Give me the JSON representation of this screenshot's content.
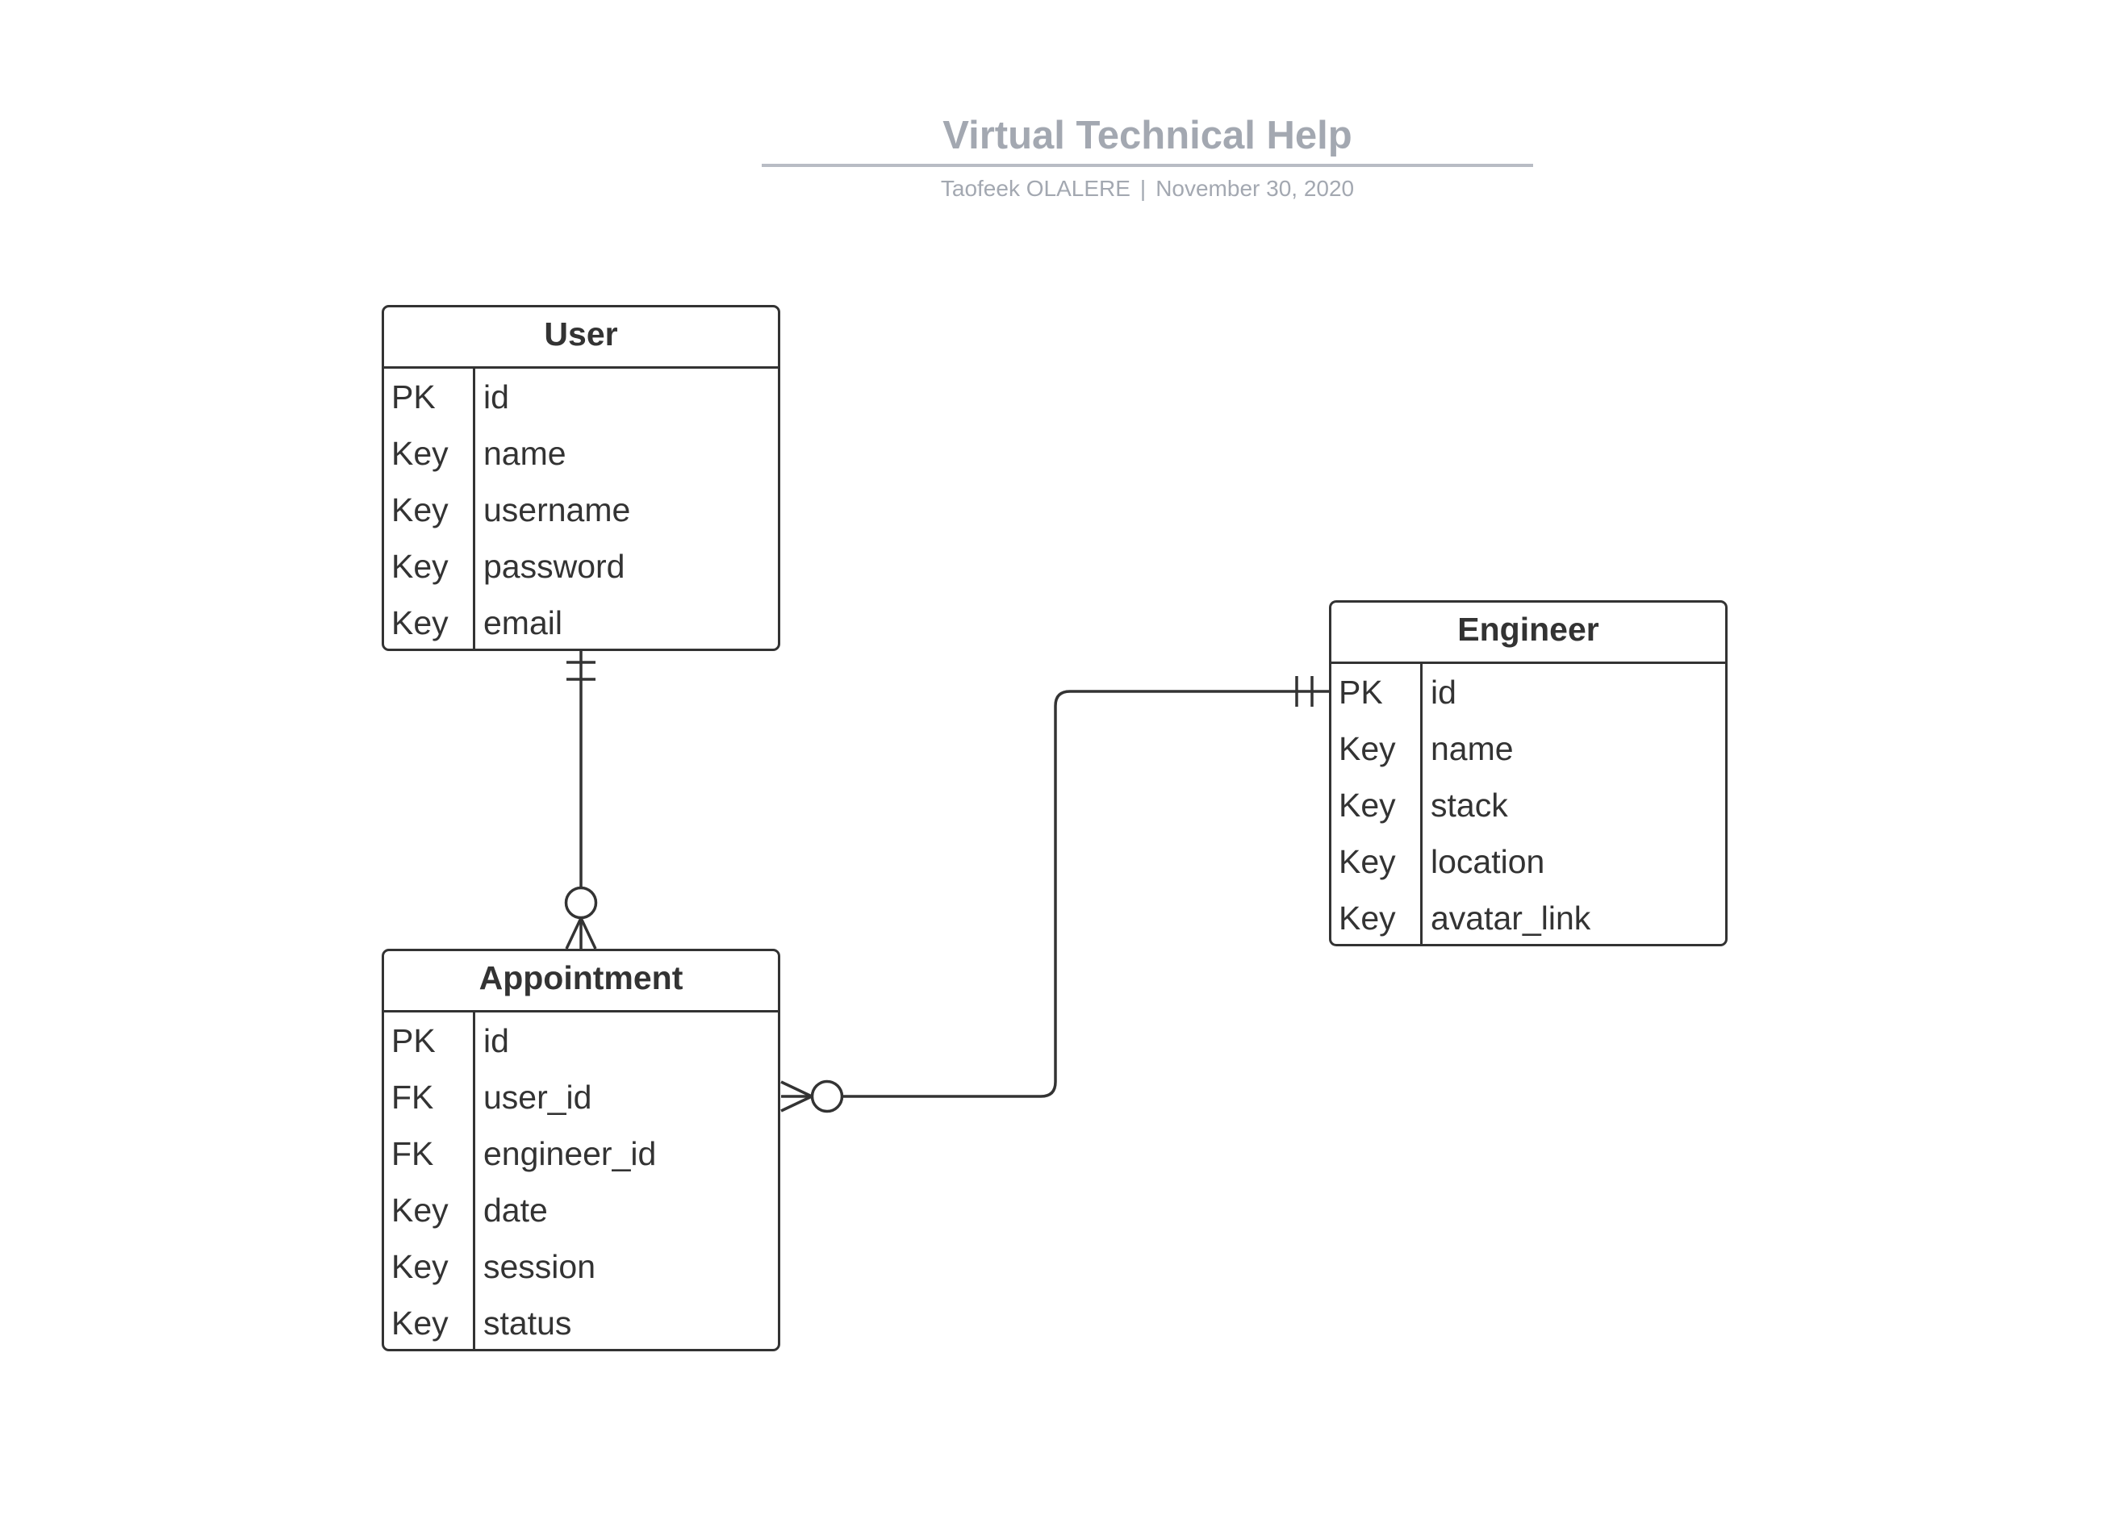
{
  "header": {
    "title": "Virtual Technical Help",
    "author": "Taofeek OLALERE",
    "separator": "|",
    "date": "November 30, 2020"
  },
  "entities": {
    "user": {
      "title": "User",
      "rows": [
        {
          "key": "PK",
          "name": "id"
        },
        {
          "key": "Key",
          "name": "name"
        },
        {
          "key": "Key",
          "name": "username"
        },
        {
          "key": "Key",
          "name": "password"
        },
        {
          "key": "Key",
          "name": "email"
        }
      ]
    },
    "engineer": {
      "title": "Engineer",
      "rows": [
        {
          "key": "PK",
          "name": "id"
        },
        {
          "key": "Key",
          "name": "name"
        },
        {
          "key": "Key",
          "name": "stack"
        },
        {
          "key": "Key",
          "name": "location"
        },
        {
          "key": "Key",
          "name": "avatar_link"
        }
      ]
    },
    "appointment": {
      "title": "Appointment",
      "rows": [
        {
          "key": "PK",
          "name": "id"
        },
        {
          "key": "FK",
          "name": "user_id"
        },
        {
          "key": "FK",
          "name": "engineer_id"
        },
        {
          "key": "Key",
          "name": "date"
        },
        {
          "key": "Key",
          "name": "session"
        },
        {
          "key": "Key",
          "name": "status"
        }
      ]
    }
  },
  "relationships": [
    {
      "from": "User",
      "from_cardinality": "exactly-one",
      "to": "Appointment",
      "to_cardinality": "zero-or-many"
    },
    {
      "from": "Engineer",
      "from_cardinality": "exactly-one",
      "to": "Appointment",
      "to_cardinality": "zero-or-many"
    }
  ],
  "colors": {
    "line": "#333333",
    "header_text": "#a3a8b1",
    "header_rule": "#b8bcc4",
    "background": "#ffffff"
  }
}
